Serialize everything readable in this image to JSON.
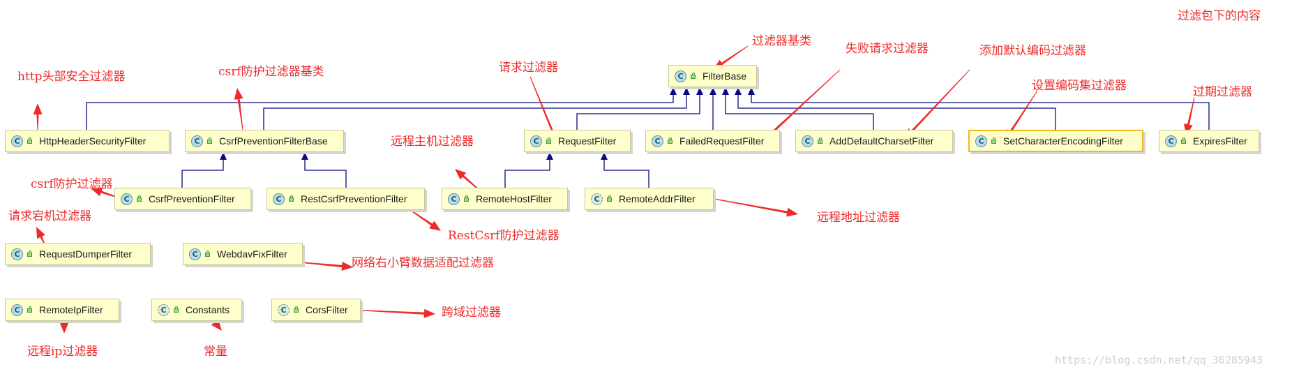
{
  "corner_note": "过滤包下的内容",
  "watermark": "https://blog.csdn.net/qq_36285943",
  "colors": {
    "annotation": "#ee2b2b",
    "edge": "#0a0a7a",
    "node_fill": "#ffffcc",
    "selected_border": "#f5b81a"
  },
  "nodes": [
    {
      "id": "FilterBase",
      "label": "FilterBase",
      "icon": "class-icon",
      "abstract": false
    },
    {
      "id": "HttpHeaderSecurityFilter",
      "label": "HttpHeaderSecurityFilter",
      "icon": "class-icon",
      "abstract": false
    },
    {
      "id": "CsrfPreventionFilterBase",
      "label": "CsrfPreventionFilterBase",
      "icon": "class-icon",
      "abstract": false
    },
    {
      "id": "RequestFilter",
      "label": "RequestFilter",
      "icon": "class-icon",
      "abstract": false
    },
    {
      "id": "FailedRequestFilter",
      "label": "FailedRequestFilter",
      "icon": "class-icon",
      "abstract": false
    },
    {
      "id": "AddDefaultCharsetFilter",
      "label": "AddDefaultCharsetFilter",
      "icon": "class-icon",
      "abstract": false
    },
    {
      "id": "SetCharacterEncodingFilter",
      "label": "SetCharacterEncodingFilter",
      "icon": "class-icon",
      "abstract": false,
      "selected": true
    },
    {
      "id": "ExpiresFilter",
      "label": "ExpiresFilter",
      "icon": "class-icon",
      "abstract": false
    },
    {
      "id": "CsrfPreventionFilter",
      "label": "CsrfPreventionFilter",
      "icon": "class-icon",
      "abstract": false
    },
    {
      "id": "RestCsrfPreventionFilter",
      "label": "RestCsrfPreventionFilter",
      "icon": "class-icon",
      "abstract": false
    },
    {
      "id": "RemoteHostFilter",
      "label": "RemoteHostFilter",
      "icon": "class-icon",
      "abstract": false
    },
    {
      "id": "RemoteAddrFilter",
      "label": "RemoteAddrFilter",
      "icon": "class-icon",
      "abstract": true
    },
    {
      "id": "RequestDumperFilter",
      "label": "RequestDumperFilter",
      "icon": "class-icon",
      "abstract": false
    },
    {
      "id": "WebdavFixFilter",
      "label": "WebdavFixFilter",
      "icon": "class-icon",
      "abstract": false
    },
    {
      "id": "RemoteIpFilter",
      "label": "RemoteIpFilter",
      "icon": "class-icon",
      "abstract": false
    },
    {
      "id": "Constants",
      "label": "Constants",
      "icon": "class-icon",
      "abstract": true
    },
    {
      "id": "CorsFilter",
      "label": "CorsFilter",
      "icon": "class-icon",
      "abstract": true
    }
  ],
  "inheritance": [
    {
      "child": "HttpHeaderSecurityFilter",
      "parent": "FilterBase"
    },
    {
      "child": "CsrfPreventionFilterBase",
      "parent": "FilterBase"
    },
    {
      "child": "RequestFilter",
      "parent": "FilterBase"
    },
    {
      "child": "FailedRequestFilter",
      "parent": "FilterBase"
    },
    {
      "child": "AddDefaultCharsetFilter",
      "parent": "FilterBase"
    },
    {
      "child": "SetCharacterEncodingFilter",
      "parent": "FilterBase"
    },
    {
      "child": "ExpiresFilter",
      "parent": "FilterBase"
    },
    {
      "child": "CsrfPreventionFilter",
      "parent": "CsrfPreventionFilterBase"
    },
    {
      "child": "RestCsrfPreventionFilter",
      "parent": "CsrfPreventionFilterBase"
    },
    {
      "child": "RemoteHostFilter",
      "parent": "RequestFilter"
    },
    {
      "child": "RemoteAddrFilter",
      "parent": "RequestFilter"
    }
  ],
  "annotations": [
    {
      "id": "a_filterbase",
      "text": "过滤器基类",
      "target": "FilterBase"
    },
    {
      "id": "a_failed",
      "text": "失败请求过滤器",
      "target": "FailedRequestFilter"
    },
    {
      "id": "a_adddefault",
      "text": "添加默认编码过滤器",
      "target": "AddDefaultCharsetFilter"
    },
    {
      "id": "a_setencoding",
      "text": "设置编码集过滤器",
      "target": "SetCharacterEncodingFilter"
    },
    {
      "id": "a_expires",
      "text": "过期过滤器",
      "target": "ExpiresFilter"
    },
    {
      "id": "a_request",
      "text": "请求过滤器",
      "target": "RequestFilter"
    },
    {
      "id": "a_http",
      "text": "http头部安全过滤器",
      "target": "HttpHeaderSecurityFilter"
    },
    {
      "id": "a_csrfbase",
      "text": "csrf防护过滤器基类",
      "target": "CsrfPreventionFilterBase"
    },
    {
      "id": "a_remotehost",
      "text": "远程主机过滤器",
      "target": "RemoteHostFilter"
    },
    {
      "id": "a_csrf",
      "text": "csrf防护过滤器",
      "target": "CsrfPreventionFilter"
    },
    {
      "id": "a_dumper",
      "text": "请求宕机过滤器",
      "target": "RequestDumperFilter"
    },
    {
      "id": "a_restcsrf",
      "text": "RestCsrf防护过滤器",
      "target": "RestCsrfPreventionFilter"
    },
    {
      "id": "a_remoteaddr",
      "text": "远程地址过滤器",
      "target": "RemoteAddrFilter"
    },
    {
      "id": "a_webdav",
      "text": "网络右小臂数据适配过滤器",
      "target": "WebdavFixFilter"
    },
    {
      "id": "a_cors",
      "text": "跨域过滤器",
      "target": "CorsFilter"
    },
    {
      "id": "a_remoteip",
      "text": "远程ip过滤器",
      "target": "RemoteIpFilter"
    },
    {
      "id": "a_constants",
      "text": "常量",
      "target": "Constants"
    }
  ]
}
